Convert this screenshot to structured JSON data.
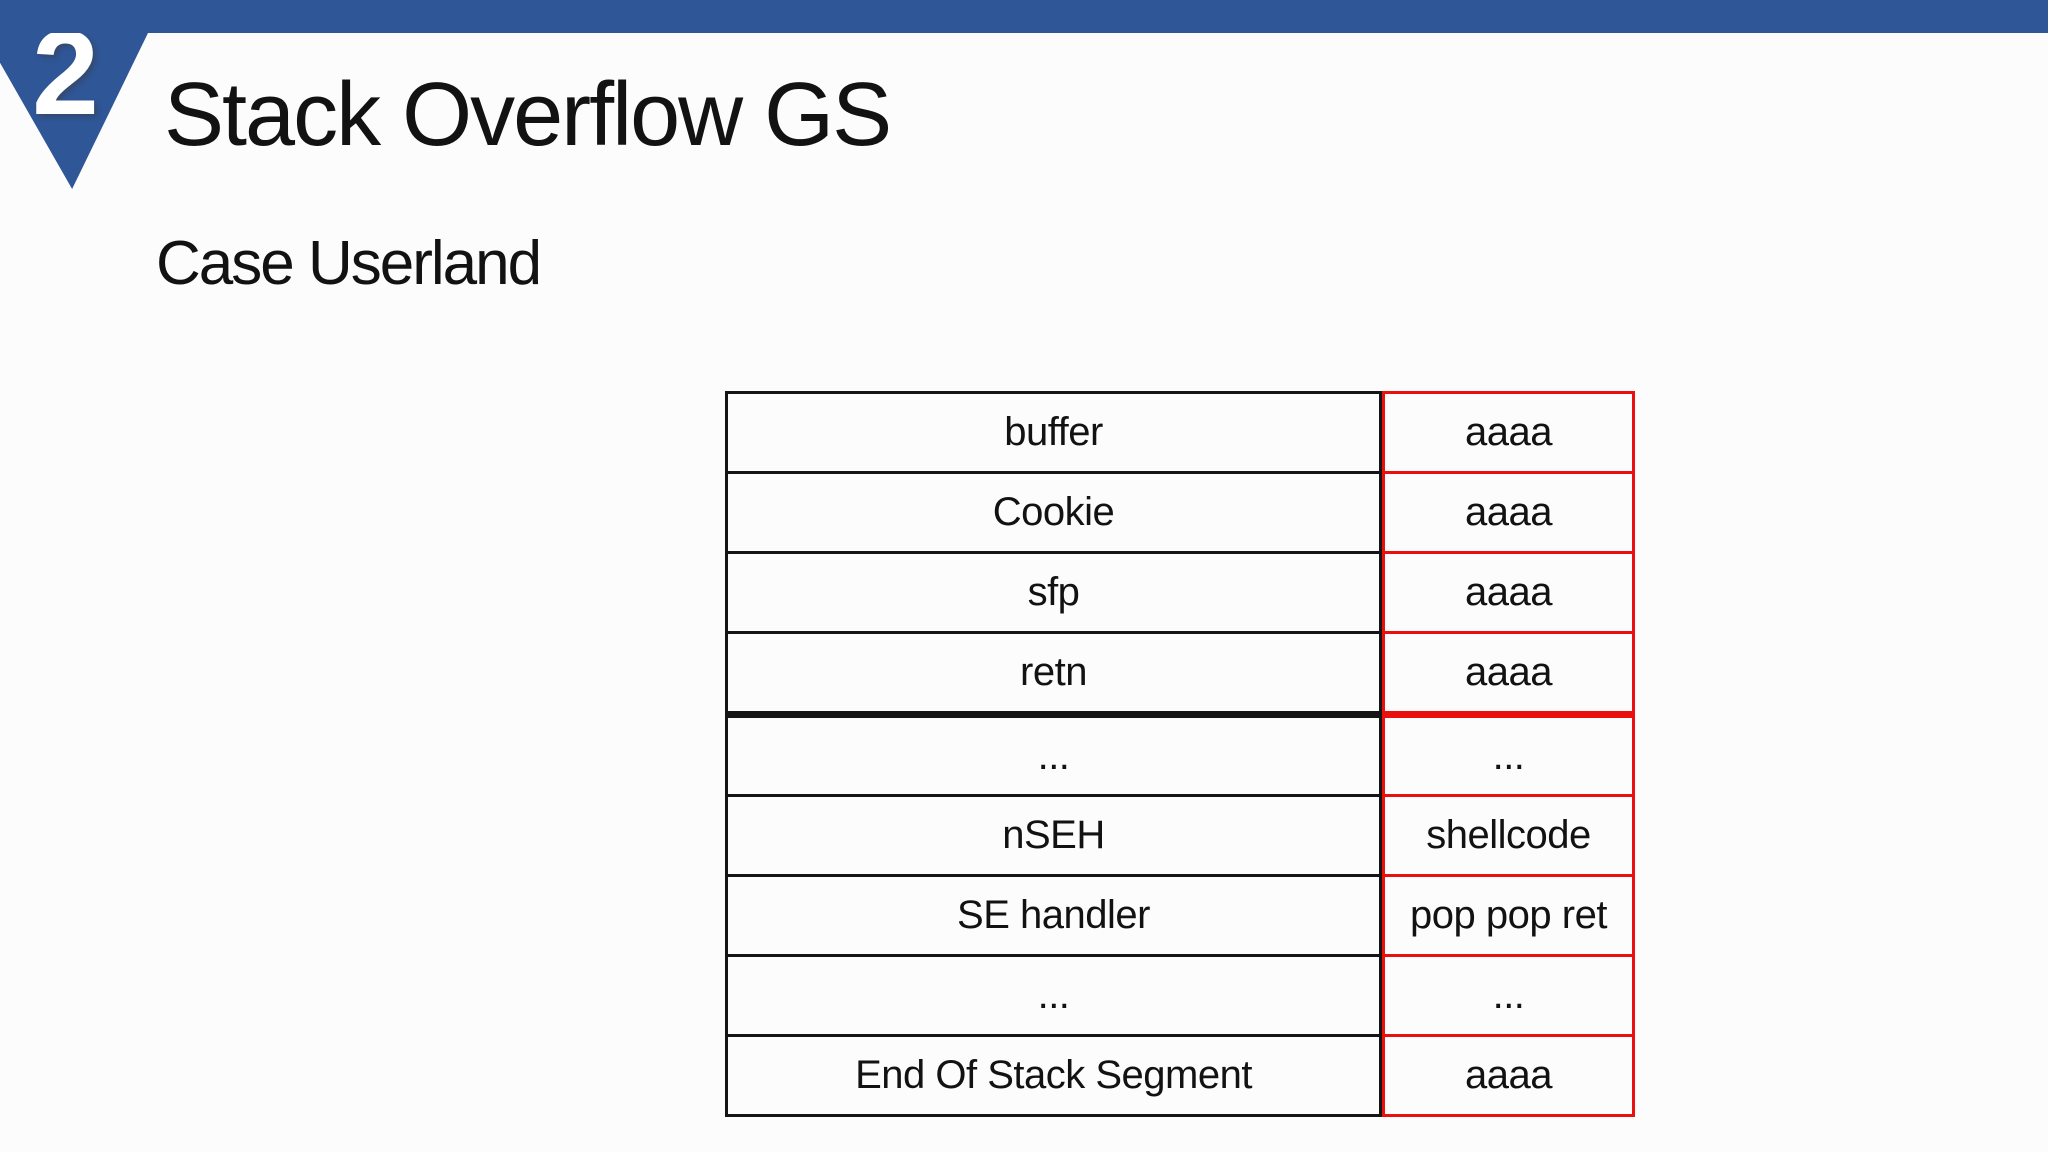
{
  "slide": {
    "badge_number": "2",
    "title": "Stack Overflow GS",
    "subtitle": "Case Userland"
  },
  "colors": {
    "accent_blue": "#2f5697",
    "value_column_red": "#ea1010",
    "text_black": "#121212"
  },
  "stack_table": {
    "rows": [
      {
        "label": "buffer",
        "value": "aaaa"
      },
      {
        "label": "Cookie",
        "value": "aaaa"
      },
      {
        "label": "sfp",
        "value": "aaaa"
      },
      {
        "label": "retn",
        "value": "aaaa"
      },
      {
        "label": "...",
        "value": "..."
      },
      {
        "label": "nSEH",
        "value": "shellcode"
      },
      {
        "label": "SE handler",
        "value": "pop pop ret"
      },
      {
        "label": "...",
        "value": "..."
      },
      {
        "label": "End Of Stack Segment",
        "value": "aaaa"
      }
    ]
  }
}
